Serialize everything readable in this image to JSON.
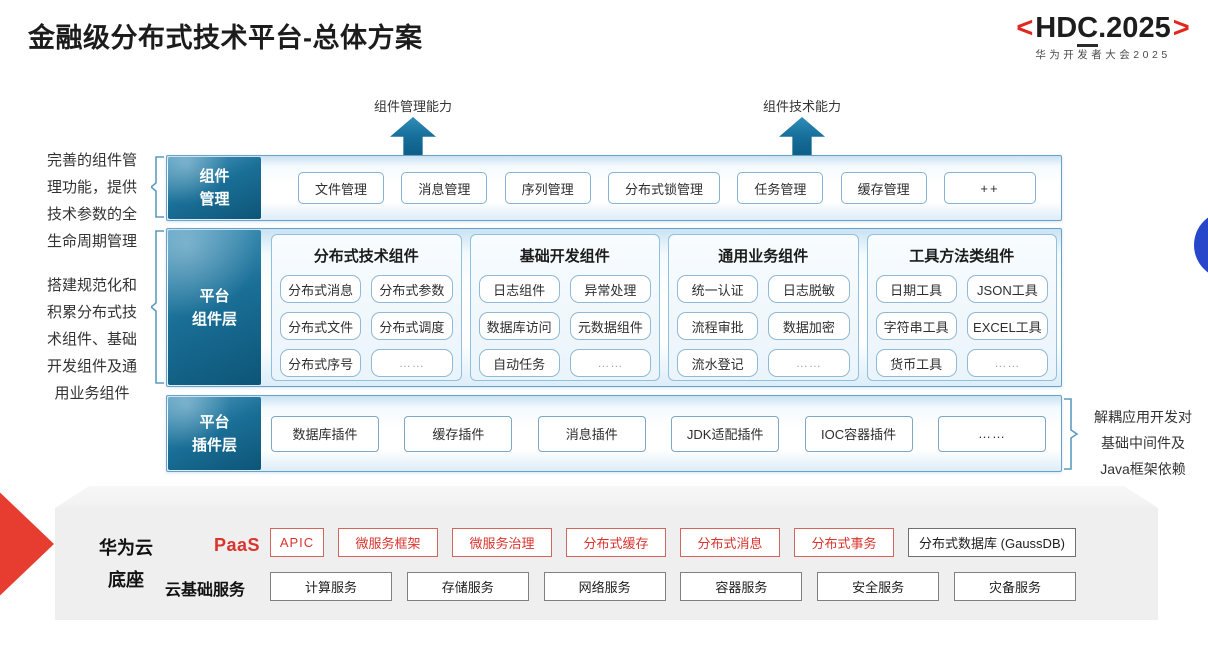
{
  "page": {
    "title": "金融级分布式技术平台-总体方案"
  },
  "logo": {
    "bracket_left": "<",
    "text_pre": "HD",
    "text_underlined": "C",
    "text_post": ".2025",
    "bracket_right": ">",
    "subtitle": "华为开发者大会2025"
  },
  "capability_arrows": [
    {
      "label": "组件管理能力"
    },
    {
      "label": "组件技术能力"
    }
  ],
  "side_notes": {
    "component_mgmt_note": "完善的组件管\n理功能，提供\n技术参数的全\n生命周期管理",
    "platform_note": "搭建规范化和\n积累分布式技\n术组件、基础\n开发组件及通\n用业务组件",
    "plugin_note": "解耦应用开发对\n基础中间件及\nJava框架依赖"
  },
  "rows": {
    "component_mgmt": {
      "label": "组件\n管理",
      "items": [
        "文件管理",
        "消息管理",
        "序列管理",
        "分布式锁管理",
        "任务管理",
        "缓存管理",
        "++"
      ]
    },
    "platform_components": {
      "label": "平台\n组件层",
      "groups": [
        {
          "title": "分布式技术组件",
          "items": [
            "分布式消息",
            "分布式参数",
            "分布式文件",
            "分布式调度",
            "分布式序号",
            "……"
          ]
        },
        {
          "title": "基础开发组件",
          "items": [
            "日志组件",
            "异常处理",
            "数据库访问",
            "元数据组件",
            "自动任务",
            "……"
          ]
        },
        {
          "title": "通用业务组件",
          "items": [
            "统一认证",
            "日志脱敏",
            "流程审批",
            "数据加密",
            "流水登记",
            "……"
          ]
        },
        {
          "title": "工具方法类组件",
          "items": [
            "日期工具",
            "JSON工具",
            "字符串工具",
            "EXCEL工具",
            "货币工具",
            "……"
          ]
        }
      ]
    },
    "platform_plugins": {
      "label": "平台\n插件层",
      "items": [
        "数据库插件",
        "缓存插件",
        "消息插件",
        "JDK适配插件",
        "IOC容器插件",
        "……"
      ]
    }
  },
  "foundation": {
    "label": "华为云\n底座",
    "paas_label": "PaaS",
    "paas_items": [
      "APIC",
      "微服务框架",
      "微服务治理",
      "分布式缓存",
      "分布式消息",
      "分布式事务"
    ],
    "paas_db": "分布式数据库 (GaussDB)",
    "iaas_label": "云基础服务",
    "iaas_items": [
      "计算服务",
      "存储服务",
      "网络服务",
      "容器服务",
      "安全服务",
      "灾备服务"
    ]
  },
  "colors": {
    "hdc_red": "#e0281e",
    "accent_red": "#d9342e",
    "label_teal_dark": "#0d5577",
    "label_teal_light": "#4f9cc0",
    "row_border_blue": "#68a2c8",
    "panel_gray": "#efefef",
    "circle_blue": "#2746c9"
  }
}
